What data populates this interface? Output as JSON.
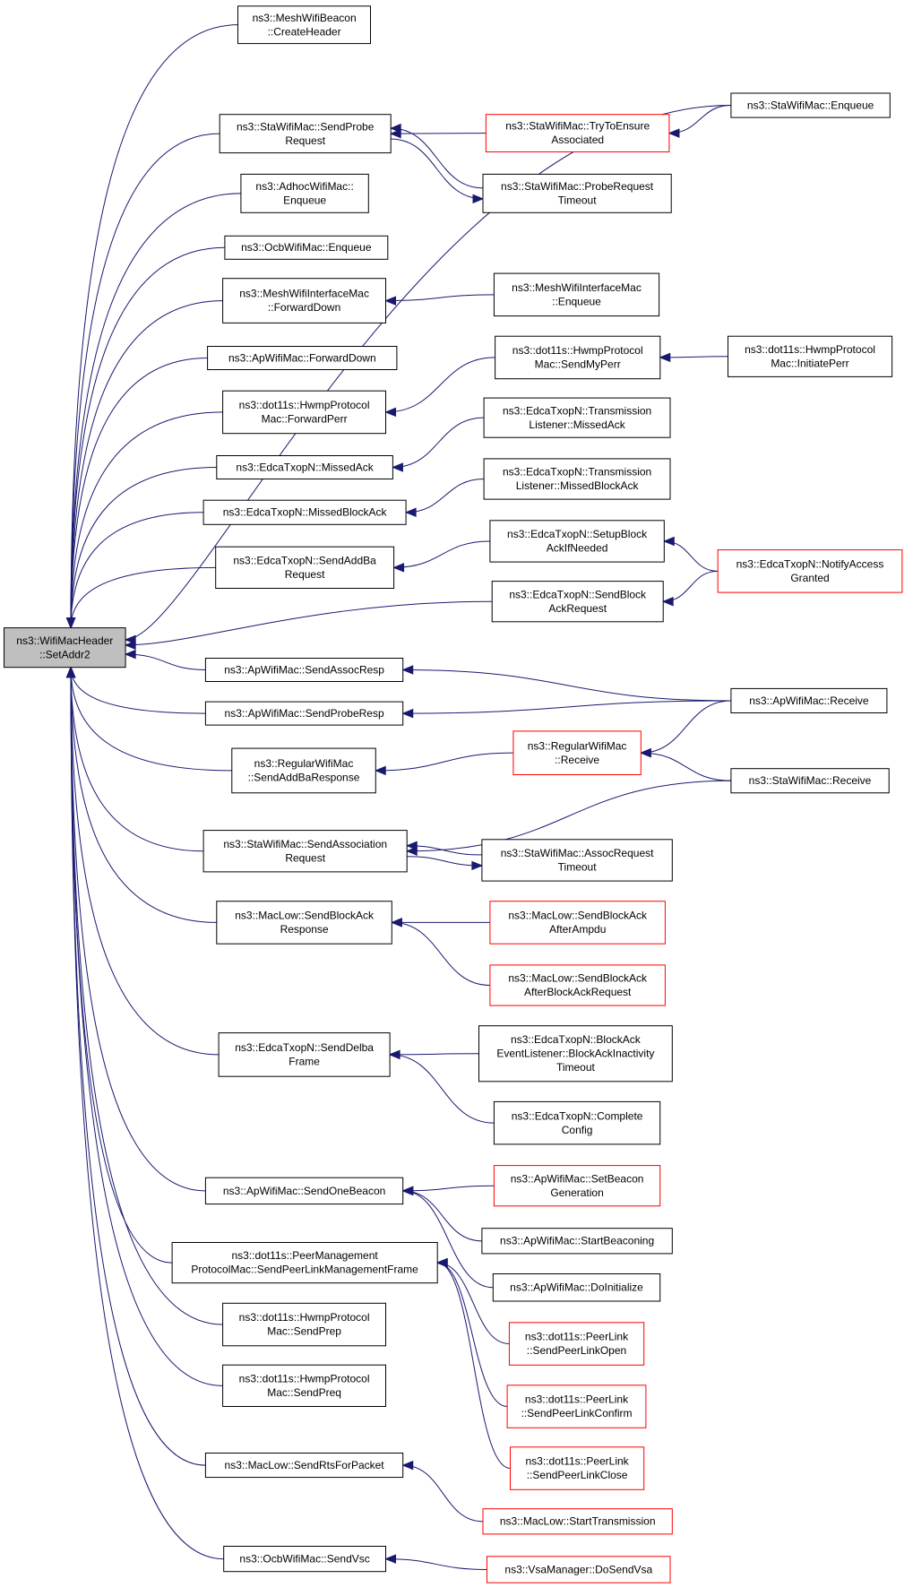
{
  "nodes": [
    {
      "id": "root",
      "lines": [
        "ns3::WifiMacHeader",
        "::SetAddr2"
      ],
      "style": "root"
    },
    {
      "id": "n1",
      "lines": [
        "ns3::MeshWifiBeacon",
        "::CreateHeader"
      ]
    },
    {
      "id": "n2",
      "lines": [
        "ns3::StaWifiMac::SendProbe",
        "Request"
      ]
    },
    {
      "id": "n3",
      "lines": [
        "ns3::AdhocWifiMac::",
        "Enqueue"
      ]
    },
    {
      "id": "n4",
      "lines": [
        "ns3::OcbWifiMac::Enqueue"
      ]
    },
    {
      "id": "n5",
      "lines": [
        "ns3::MeshWifiInterfaceMac",
        "::ForwardDown"
      ]
    },
    {
      "id": "n6",
      "lines": [
        "ns3::ApWifiMac::ForwardDown"
      ]
    },
    {
      "id": "n7",
      "lines": [
        "ns3::dot11s::HwmpProtocol",
        "Mac::ForwardPerr"
      ]
    },
    {
      "id": "n8",
      "lines": [
        "ns3::EdcaTxopN::MissedAck"
      ]
    },
    {
      "id": "n9",
      "lines": [
        "ns3::EdcaTxopN::MissedBlockAck"
      ]
    },
    {
      "id": "n10",
      "lines": [
        "ns3::EdcaTxopN::SendAddBa",
        "Request"
      ]
    },
    {
      "id": "n11",
      "lines": [
        "ns3::ApWifiMac::SendAssocResp"
      ]
    },
    {
      "id": "n12",
      "lines": [
        "ns3::ApWifiMac::SendProbeResp"
      ]
    },
    {
      "id": "n13",
      "lines": [
        "ns3::RegularWifiMac",
        "::SendAddBaResponse"
      ]
    },
    {
      "id": "n14",
      "lines": [
        "ns3::StaWifiMac::SendAssociation",
        "Request"
      ]
    },
    {
      "id": "n15",
      "lines": [
        "ns3::MacLow::SendBlockAck",
        "Response"
      ]
    },
    {
      "id": "n16",
      "lines": [
        "ns3::EdcaTxopN::SendDelba",
        "Frame"
      ]
    },
    {
      "id": "n17",
      "lines": [
        "ns3::ApWifiMac::SendOneBeacon"
      ]
    },
    {
      "id": "n18",
      "lines": [
        "ns3::dot11s::PeerManagement",
        "ProtocolMac::SendPeerLinkManagementFrame"
      ]
    },
    {
      "id": "n19",
      "lines": [
        "ns3::dot11s::HwmpProtocol",
        "Mac::SendPrep"
      ]
    },
    {
      "id": "n20",
      "lines": [
        "ns3::dot11s::HwmpProtocol",
        "Mac::SendPreq"
      ]
    },
    {
      "id": "n21",
      "lines": [
        "ns3::MacLow::SendRtsForPacket"
      ]
    },
    {
      "id": "n22",
      "lines": [
        "ns3::OcbWifiMac::SendVsc"
      ]
    },
    {
      "id": "m1",
      "lines": [
        "ns3::StaWifiMac::TryToEnsure",
        "Associated"
      ],
      "style": "red"
    },
    {
      "id": "m2",
      "lines": [
        "ns3::StaWifiMac::ProbeRequest",
        "Timeout"
      ]
    },
    {
      "id": "m3",
      "lines": [
        "ns3::MeshWifiInterfaceMac",
        "::Enqueue"
      ]
    },
    {
      "id": "m4",
      "lines": [
        "ns3::dot11s::HwmpProtocol",
        "Mac::SendMyPerr"
      ]
    },
    {
      "id": "m5",
      "lines": [
        "ns3::EdcaTxopN::Transmission",
        "Listener::MissedAck"
      ]
    },
    {
      "id": "m6",
      "lines": [
        "ns3::EdcaTxopN::Transmission",
        "Listener::MissedBlockAck"
      ]
    },
    {
      "id": "m7",
      "lines": [
        "ns3::EdcaTxopN::SetupBlock",
        "AckIfNeeded"
      ]
    },
    {
      "id": "m8",
      "lines": [
        "ns3::EdcaTxopN::SendBlock",
        "AckRequest"
      ]
    },
    {
      "id": "m9",
      "lines": [
        "ns3::RegularWifiMac",
        "::Receive"
      ],
      "style": "red"
    },
    {
      "id": "m10",
      "lines": [
        "ns3::StaWifiMac::AssocRequest",
        "Timeout"
      ]
    },
    {
      "id": "m11",
      "lines": [
        "ns3::MacLow::SendBlockAck",
        "AfterAmpdu"
      ],
      "style": "red"
    },
    {
      "id": "m12",
      "lines": [
        "ns3::MacLow::SendBlockAck",
        "AfterBlockAckRequest"
      ],
      "style": "red"
    },
    {
      "id": "m13",
      "lines": [
        "ns3::EdcaTxopN::BlockAck",
        "EventListener::BlockAckInactivity",
        "Timeout"
      ]
    },
    {
      "id": "m14",
      "lines": [
        "ns3::EdcaTxopN::Complete",
        "Config"
      ]
    },
    {
      "id": "m15",
      "lines": [
        "ns3::ApWifiMac::SetBeacon",
        "Generation"
      ],
      "style": "red"
    },
    {
      "id": "m16",
      "lines": [
        "ns3::ApWifiMac::StartBeaconing"
      ]
    },
    {
      "id": "m17",
      "lines": [
        "ns3::ApWifiMac::DoInitialize"
      ]
    },
    {
      "id": "m18",
      "lines": [
        "ns3::dot11s::PeerLink",
        "::SendPeerLinkOpen"
      ],
      "style": "red"
    },
    {
      "id": "m19",
      "lines": [
        "ns3::dot11s::PeerLink",
        "::SendPeerLinkConfirm"
      ],
      "style": "red"
    },
    {
      "id": "m20",
      "lines": [
        "ns3::dot11s::PeerLink",
        "::SendPeerLinkClose"
      ],
      "style": "red"
    },
    {
      "id": "m21",
      "lines": [
        "ns3::MacLow::StartTransmission"
      ],
      "style": "red"
    },
    {
      "id": "m22",
      "lines": [
        "ns3::VsaManager::DoSendVsa"
      ],
      "style": "red"
    },
    {
      "id": "r1",
      "lines": [
        "ns3::StaWifiMac::Enqueue"
      ]
    },
    {
      "id": "r2",
      "lines": [
        "ns3::dot11s::HwmpProtocol",
        "Mac::InitiatePerr"
      ]
    },
    {
      "id": "r3",
      "lines": [
        "ns3::EdcaTxopN::NotifyAccess",
        "Granted"
      ],
      "style": "red"
    },
    {
      "id": "r4",
      "lines": [
        "ns3::ApWifiMac::Receive"
      ]
    },
    {
      "id": "r5",
      "lines": [
        "ns3::StaWifiMac::Receive"
      ]
    }
  ],
  "edges": [
    [
      "n1",
      "root"
    ],
    [
      "n2",
      "root"
    ],
    [
      "n3",
      "root"
    ],
    [
      "n4",
      "root"
    ],
    [
      "n5",
      "root"
    ],
    [
      "n6",
      "root"
    ],
    [
      "n7",
      "root"
    ],
    [
      "n8",
      "root"
    ],
    [
      "n9",
      "root"
    ],
    [
      "n10",
      "root"
    ],
    [
      "n11",
      "root"
    ],
    [
      "n12",
      "root"
    ],
    [
      "n13",
      "root"
    ],
    [
      "n14",
      "root"
    ],
    [
      "n15",
      "root"
    ],
    [
      "n16",
      "root"
    ],
    [
      "n17",
      "root"
    ],
    [
      "n18",
      "root"
    ],
    [
      "n19",
      "root"
    ],
    [
      "n20",
      "root"
    ],
    [
      "n21",
      "root"
    ],
    [
      "n22",
      "root"
    ],
    [
      "r1",
      "root"
    ],
    [
      "m8",
      "root"
    ],
    [
      "m1",
      "n2"
    ],
    [
      "m2",
      "n2"
    ],
    [
      "n2",
      "m2"
    ],
    [
      "r1",
      "m1"
    ],
    [
      "m3",
      "n5"
    ],
    [
      "m4",
      "n7"
    ],
    [
      "r2",
      "m4"
    ],
    [
      "m5",
      "n8"
    ],
    [
      "m6",
      "n9"
    ],
    [
      "m7",
      "n10"
    ],
    [
      "r3",
      "m7"
    ],
    [
      "r3",
      "m8"
    ],
    [
      "r4",
      "n11"
    ],
    [
      "r4",
      "n12"
    ],
    [
      "m9",
      "n13"
    ],
    [
      "r4",
      "m9"
    ],
    [
      "r5",
      "m9"
    ],
    [
      "r5",
      "n14"
    ],
    [
      "m10",
      "n14"
    ],
    [
      "n14",
      "m10"
    ],
    [
      "m11",
      "n15"
    ],
    [
      "m12",
      "n15"
    ],
    [
      "m13",
      "n16"
    ],
    [
      "m14",
      "n16"
    ],
    [
      "m15",
      "n17"
    ],
    [
      "m16",
      "n17"
    ],
    [
      "m17",
      "n17"
    ],
    [
      "m18",
      "n18"
    ],
    [
      "m19",
      "n18"
    ],
    [
      "m20",
      "n18"
    ],
    [
      "m21",
      "n21"
    ],
    [
      "m22",
      "n22"
    ]
  ]
}
